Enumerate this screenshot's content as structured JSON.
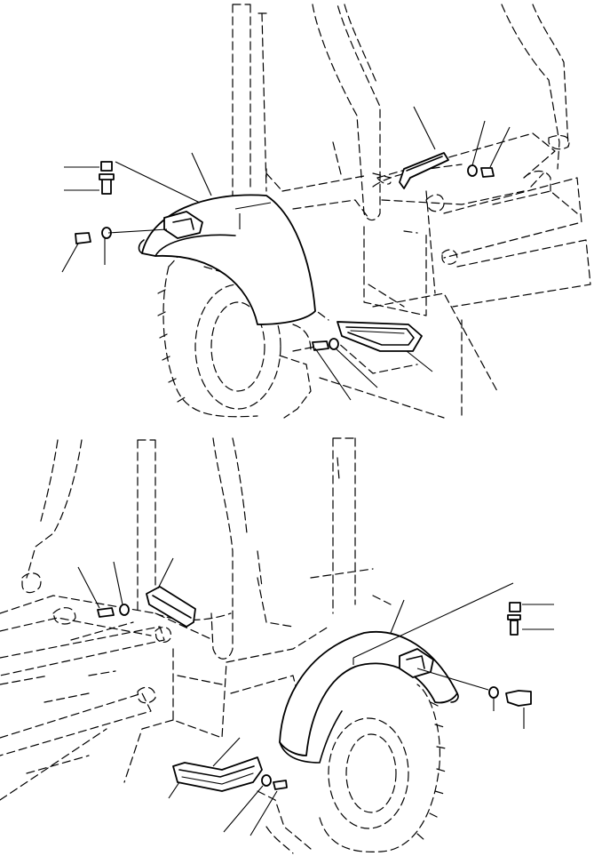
{
  "diagram": {
    "views": [
      {
        "id": "left-side-view",
        "callouts": 11
      },
      {
        "id": "right-side-view",
        "callouts": 10
      }
    ]
  }
}
